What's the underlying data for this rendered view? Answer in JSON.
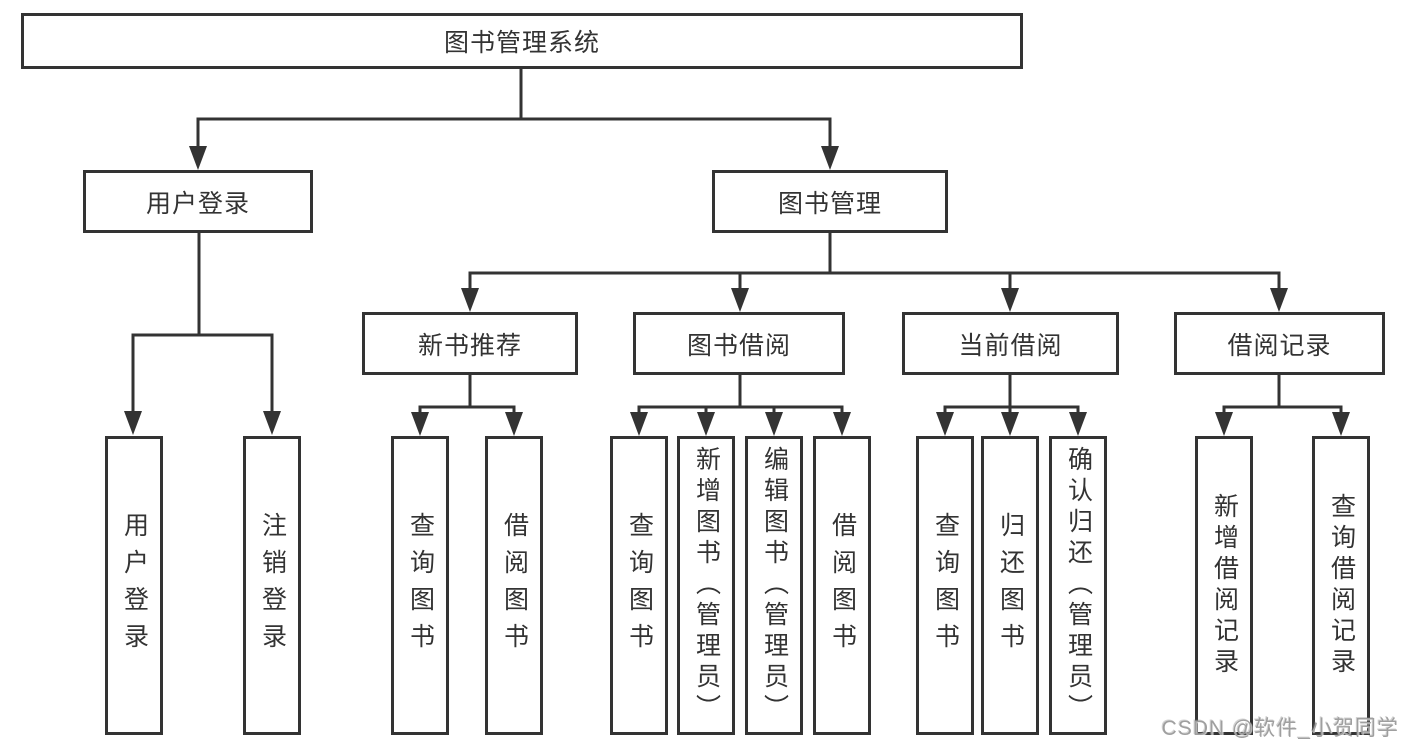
{
  "diagram_title": "图书管理系统",
  "nodes": {
    "root": {
      "label": "图书管理系统"
    },
    "user_login": {
      "label": "用户登录"
    },
    "book_mgmt": {
      "label": "图书管理"
    },
    "new_books": {
      "label": "新书推荐"
    },
    "book_borrow": {
      "label": "图书借阅"
    },
    "current_borrow": {
      "label": "当前借阅"
    },
    "borrow_records": {
      "label": "借阅记录"
    },
    "leaf_user_login": {
      "label": "用户登录"
    },
    "leaf_logout": {
      "label": "注销登录"
    },
    "leaf_query_new": {
      "label": "查询图书"
    },
    "leaf_borrow_new": {
      "label": "借阅图书"
    },
    "leaf_query_borrow": {
      "label": "查询图书"
    },
    "leaf_add_book": {
      "label": "新增图书（管理员）"
    },
    "leaf_edit_book": {
      "label": "编辑图书（管理员）"
    },
    "leaf_borrow_borrow": {
      "label": "借阅图书"
    },
    "leaf_query_current": {
      "label": "查询图书"
    },
    "leaf_return_book": {
      "label": "归还图书"
    },
    "leaf_confirm_return": {
      "label": "确认归还（管理员）"
    },
    "leaf_add_record": {
      "label": "新增借阅记录"
    },
    "leaf_query_record": {
      "label": "查询借阅记录"
    }
  },
  "hierarchy": {
    "图书管理系统": {
      "用户登录": [
        "用户登录",
        "注销登录"
      ],
      "图书管理": {
        "新书推荐": [
          "查询图书",
          "借阅图书"
        ],
        "图书借阅": [
          "查询图书",
          "新增图书（管理员）",
          "编辑图书（管理员）",
          "借阅图书"
        ],
        "当前借阅": [
          "查询图书",
          "归还图书",
          "确认归还（管理员）"
        ],
        "借阅记录": [
          "新增借阅记录",
          "查询借阅记录"
        ]
      }
    }
  },
  "watermark": "CSDN @软件_小贺同学",
  "colors": {
    "line": "#333333",
    "text": "#333333",
    "watermark": "#9f9f9f",
    "background": "#ffffff"
  }
}
